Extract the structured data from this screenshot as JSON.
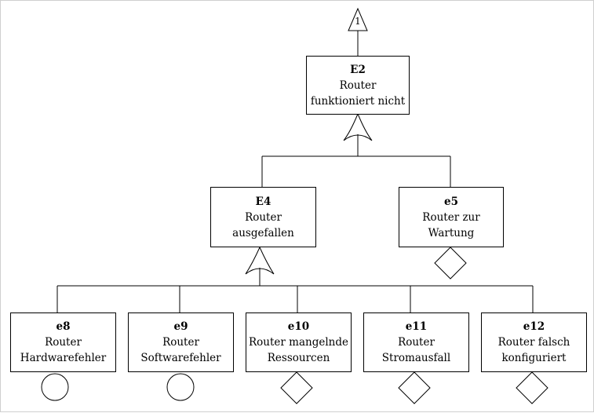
{
  "diagram": {
    "top_transfer_label": "1",
    "nodes": {
      "E2": {
        "id": "E2",
        "text": "Router\nfunktioniert nicht"
      },
      "E4": {
        "id": "E4",
        "text": "Router\nausgefallen"
      },
      "e5": {
        "id": "e5",
        "text": "Router zur\nWartung"
      },
      "e8": {
        "id": "e8",
        "text": "Router\nHardwarefehler"
      },
      "e9": {
        "id": "e9",
        "text": "Router\nSoftwarefehler"
      },
      "e10": {
        "id": "e10",
        "text": "Router mangelnde\nRessourcen"
      },
      "e11": {
        "id": "e11",
        "text": "Router\nStromausfall"
      },
      "e12": {
        "id": "e12",
        "text": "Router falsch\nkonfiguriert"
      }
    },
    "gates": {
      "or_gate_E2": "OR",
      "or_gate_E4": "OR"
    },
    "leaf_symbols": {
      "e5": "diamond",
      "e8": "circle",
      "e9": "circle",
      "e10": "diamond",
      "e11": "diamond",
      "e12": "diamond"
    }
  }
}
